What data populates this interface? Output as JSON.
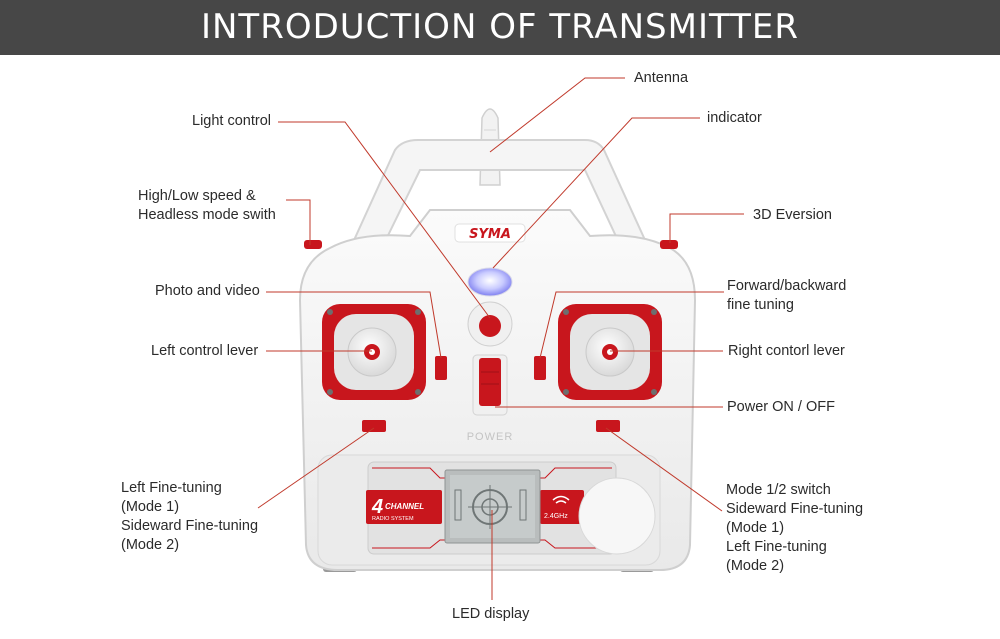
{
  "header": {
    "title": "INTRODUCTION OF TRANSMITTER"
  },
  "device": {
    "brand": "SYMA",
    "power_label": "POWER",
    "channel_number": "4",
    "channel_word": "CHANNEL",
    "radio_system": "RADIO SYSTEM",
    "frequency": "2.4GHz"
  },
  "colors": {
    "banner": "#474747",
    "accent_red": "#c8161d",
    "body_white": "#f4f4f4",
    "leader_line": "#c0392b"
  },
  "callouts": {
    "antenna": "Antenna",
    "light_control": "Light control",
    "indicator": "indicator",
    "speed_headless": [
      "High/Low speed &",
      "Headless mode swith"
    ],
    "eversion_3d": "3D Eversion",
    "photo_video": "Photo and video",
    "forward_backward": [
      "Forward/backward",
      "fine tuning"
    ],
    "left_lever": "Left control lever",
    "right_lever": "Right contorl lever",
    "power": "Power ON / OFF",
    "left_fine_tuning": [
      "Left Fine-tuning",
      "(Mode 1)",
      "Sideward Fine-tuning",
      "(Mode 2)"
    ],
    "mode_switch": [
      "Mode 1/2 switch",
      "Sideward Fine-tuning",
      "(Mode 1)",
      "Left Fine-tuning",
      "(Mode 2)"
    ],
    "led_display": "LED display"
  }
}
